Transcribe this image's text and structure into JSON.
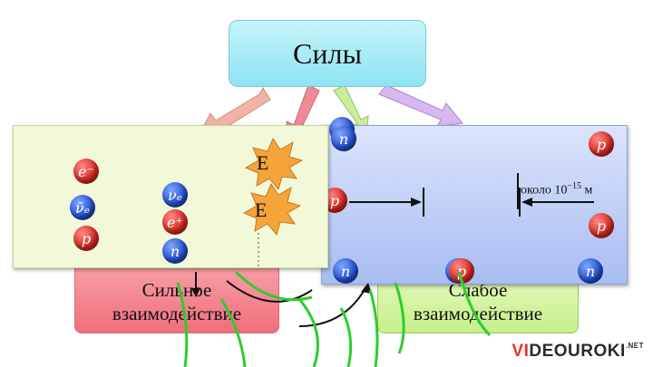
{
  "title": "Силы",
  "strong_box": {
    "line1": "Сильное",
    "line2": "взаимодействие"
  },
  "weak_box": {
    "line1": "Слабое",
    "line2": "взаимодействие"
  },
  "left_panel": {
    "particles": [
      {
        "label": "e⁻",
        "color": "red"
      },
      {
        "label": "ν̄ₑ",
        "color": "blue"
      },
      {
        "label": "p",
        "color": "red"
      },
      {
        "label": "νₑ",
        "color": "blue"
      },
      {
        "label": "e⁺",
        "color": "red"
      },
      {
        "label": "n",
        "color": "blue"
      }
    ],
    "energy_labels": [
      "E",
      "E"
    ]
  },
  "right_panel": {
    "particles": [
      {
        "label": "p",
        "color": "blue"
      },
      {
        "label": "n",
        "color": "blue"
      },
      {
        "label": "p",
        "color": "red"
      },
      {
        "label": "p",
        "color": "red"
      },
      {
        "label": "p",
        "color": "red"
      },
      {
        "label": "n",
        "color": "blue"
      },
      {
        "label": "n",
        "color": "blue"
      },
      {
        "label": "p",
        "color": "red"
      },
      {
        "label": "n",
        "color": "blue"
      }
    ],
    "distance_prefix": "около 10",
    "distance_exp": "−15",
    "distance_unit": " м"
  },
  "logo": {
    "v": "VI",
    "rest": "DEOUROKI",
    "suffix": ".NET"
  },
  "colors": {
    "red": "#d5281f",
    "blue": "#244fd0",
    "arrow_green": "#2ecc2e"
  }
}
